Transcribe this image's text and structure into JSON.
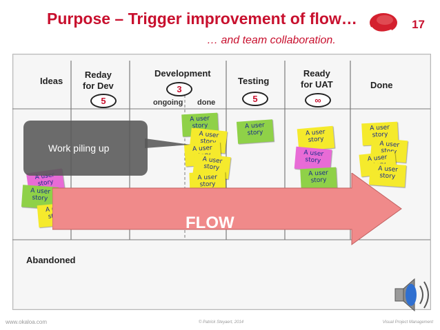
{
  "header": {
    "title": "Purpose – Trigger improvement of flow…",
    "subtitle": "… and team collaboration.",
    "slide_number": "17"
  },
  "board": {
    "columns": [
      {
        "label": "Ideas"
      },
      {
        "label": "Reday\nfor Dev",
        "limit": "5"
      },
      {
        "label": "Development",
        "limit": "3",
        "sub": [
          "ongoing",
          "done"
        ]
      },
      {
        "label": "Testing",
        "limit": "5"
      },
      {
        "label": "Ready\nfor UAT",
        "limit": "∞"
      },
      {
        "label": "Done"
      }
    ],
    "story_text": "A user story",
    "callout": "Work piling up",
    "flow_label": "FLOW",
    "abandoned_label": "Abandoned",
    "colors": {
      "yellow": "#f5ea2c",
      "green": "#8fd148",
      "pink": "#e86bd6",
      "flow_arrow": "#f08a8a",
      "accent": "#c8102e"
    }
  },
  "footer": {
    "website": "www.okaloa.com",
    "copyright": "© Patrick Steyaert, 2014",
    "deck": "Visual Project Management"
  },
  "icons": {
    "logo": "okaloa-logo",
    "speaker": "speaker-icon"
  }
}
